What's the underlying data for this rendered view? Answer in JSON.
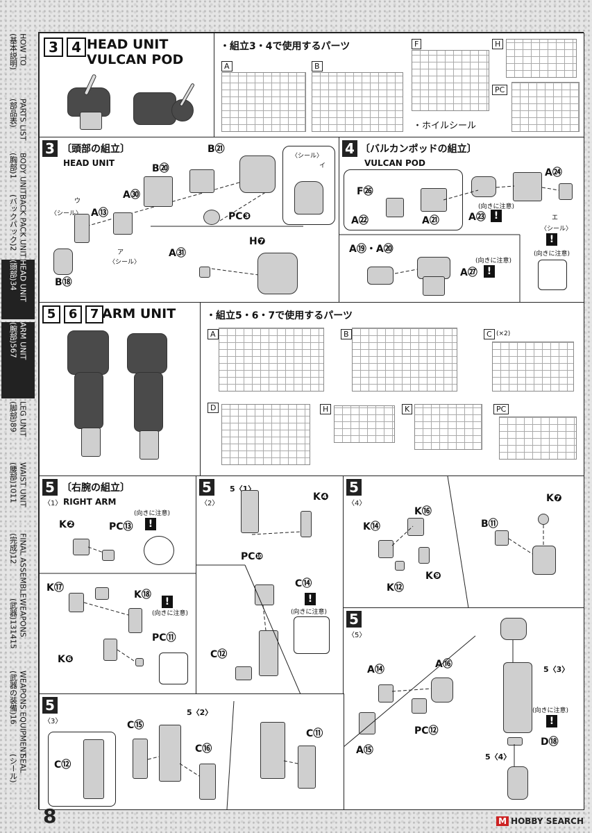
{
  "page_number": "8",
  "watermark": "HOBBY SEARCH",
  "side_tabs": [
    {
      "jp": "(基本説明)",
      "en": "HOW TO"
    },
    {
      "jp": "(部品表)",
      "en": "PARTS LIST"
    },
    {
      "jp": "(胸部)1",
      "en": "BODY UNIT"
    },
    {
      "jp": "(バックパック)2",
      "en": "BACK PACK UNIT"
    },
    {
      "jp": "(頭部)34",
      "en": "HEAD UNIT"
    },
    {
      "jp": "(腕部)567",
      "en": "ARM UNIT"
    },
    {
      "jp": "(脚部)89",
      "en": "LEG UNIT"
    },
    {
      "jp": "(腰部)1011",
      "en": "WAIST UNIT"
    },
    {
      "jp": "(完成)12",
      "en": "FINAL ASSEMBLE"
    },
    {
      "jp": "(武器)131415",
      "en": "WEAPONS"
    },
    {
      "jp": "(武器の装備)16",
      "en": "WEAPONS EQUIPMENT"
    },
    {
      "jp": "(シール)",
      "en": "SEAL"
    }
  ],
  "head_section": {
    "nums": [
      "3",
      "4"
    ],
    "title1": "HEAD UNIT",
    "title2": "VULCAN POD",
    "parts_used": "・組立3・4で使用するパーツ",
    "runners": [
      "A",
      "B",
      "F",
      "H",
      "PC"
    ],
    "wheel_seal": "・ホイルシール"
  },
  "step3": {
    "num": "3",
    "jp": "〔頭部の組立〕",
    "en": "HEAD UNIT",
    "labels": [
      "B⑳",
      "B㉑",
      "A㉚",
      "A⑬",
      "B⑱",
      "PC❸",
      "A㉛",
      "H❼"
    ],
    "seal": "〈シール〉",
    "seal_u": "ウ",
    "seal_a": "ア",
    "seal_i": "イ"
  },
  "step4": {
    "num": "4",
    "jp": "〔バルカンポッドの組立〕",
    "en": "VULCAN POD",
    "labels": [
      "F㉖",
      "A㉒",
      "A㉑",
      "A㉓",
      "A㉔",
      "A⑲・A⑳",
      "A㉗"
    ],
    "caution": "(向きに注意)",
    "seal": "〈シール〉",
    "seal_e": "エ"
  },
  "arm_section": {
    "nums": [
      "5",
      "6",
      "7"
    ],
    "title": "ARM UNIT",
    "parts_used": "・組立5・6・7で使用するパーツ",
    "runners": [
      "A",
      "B",
      "C",
      "D",
      "H",
      "K",
      "PC"
    ],
    "c_count": "(×2)"
  },
  "step5_1": {
    "num": "5",
    "sub": "〈1〉",
    "jp": "〔右腕の組立〕",
    "en": "RIGHT ARM",
    "labels": [
      "K❷",
      "PC⑬",
      "K⑰",
      "K⑱",
      "PC⑪",
      "K❻"
    ],
    "caution": "(向きに注意)"
  },
  "step5_2": {
    "num": "5",
    "sub": "〈2〉",
    "ref": "5〈1〉",
    "labels": [
      "K❹",
      "PC❿",
      "C⑭",
      "C⑫"
    ],
    "caution": "(向きに注意)"
  },
  "step5_4": {
    "num": "5",
    "sub": "〈4〉",
    "labels": [
      "K⑯",
      "K⑭",
      "K❾",
      "K⑫",
      "K❼",
      "B⑪"
    ]
  },
  "step5_5": {
    "num": "5",
    "sub": "〈5〉",
    "labels": [
      "A⑭",
      "A⑯",
      "PC⑫",
      "A⑮",
      "D⑱"
    ],
    "ref3": "5〈3〉",
    "ref4": "5〈4〉",
    "caution": "(向きに注意)"
  },
  "step5_3": {
    "num": "5",
    "sub": "〈3〉",
    "ref": "5〈2〉",
    "labels": [
      "C⑫",
      "C⑮",
      "C⑯",
      "C⑪"
    ]
  },
  "colors": {
    "ink": "#111111",
    "page": "#ffffff",
    "accent_red": "#cc2222"
  }
}
